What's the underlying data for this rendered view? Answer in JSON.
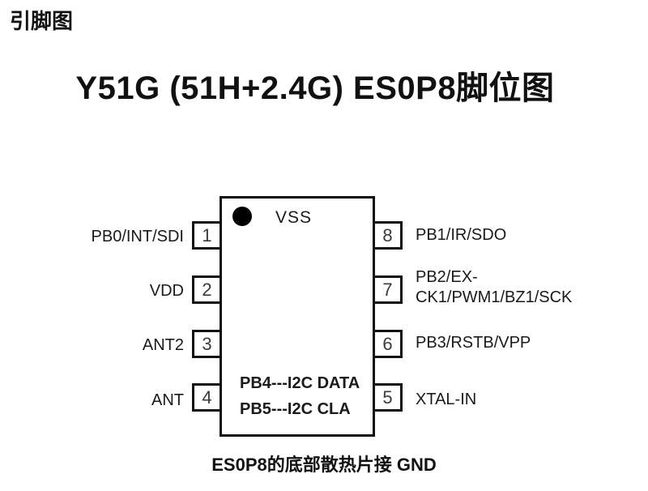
{
  "page": {
    "heading": "引脚图",
    "title": "Y51G (51H+2.4G) ES0P8脚位图",
    "caption": "ES0P8的底部散热片接 GND"
  },
  "chip": {
    "package": "ES0P8",
    "top_label": "VSS",
    "pin1_indicator": "filled-circle",
    "inner_lines": [
      "PB4---I2C DATA",
      "PB5---I2C CLA"
    ],
    "left_pins": [
      {
        "number": "1",
        "label": "PB0/INT/SDI"
      },
      {
        "number": "2",
        "label": "VDD"
      },
      {
        "number": "3",
        "label": "ANT2"
      },
      {
        "number": "4",
        "label": "ANT"
      }
    ],
    "right_pins": [
      {
        "number": "8",
        "label": "PB1/IR/SDO"
      },
      {
        "number": "7",
        "label": "PB2/EX-",
        "label2": "CK1/PWM1/BZ1/SCK"
      },
      {
        "number": "6",
        "label": "PB3/RSTB/VPP"
      },
      {
        "number": "5",
        "label": "XTAL-IN"
      }
    ],
    "colors": {
      "line": "#111111",
      "text": "#1a1a1a",
      "pin_number": "#3a3a3a",
      "background": "#ffffff"
    }
  }
}
